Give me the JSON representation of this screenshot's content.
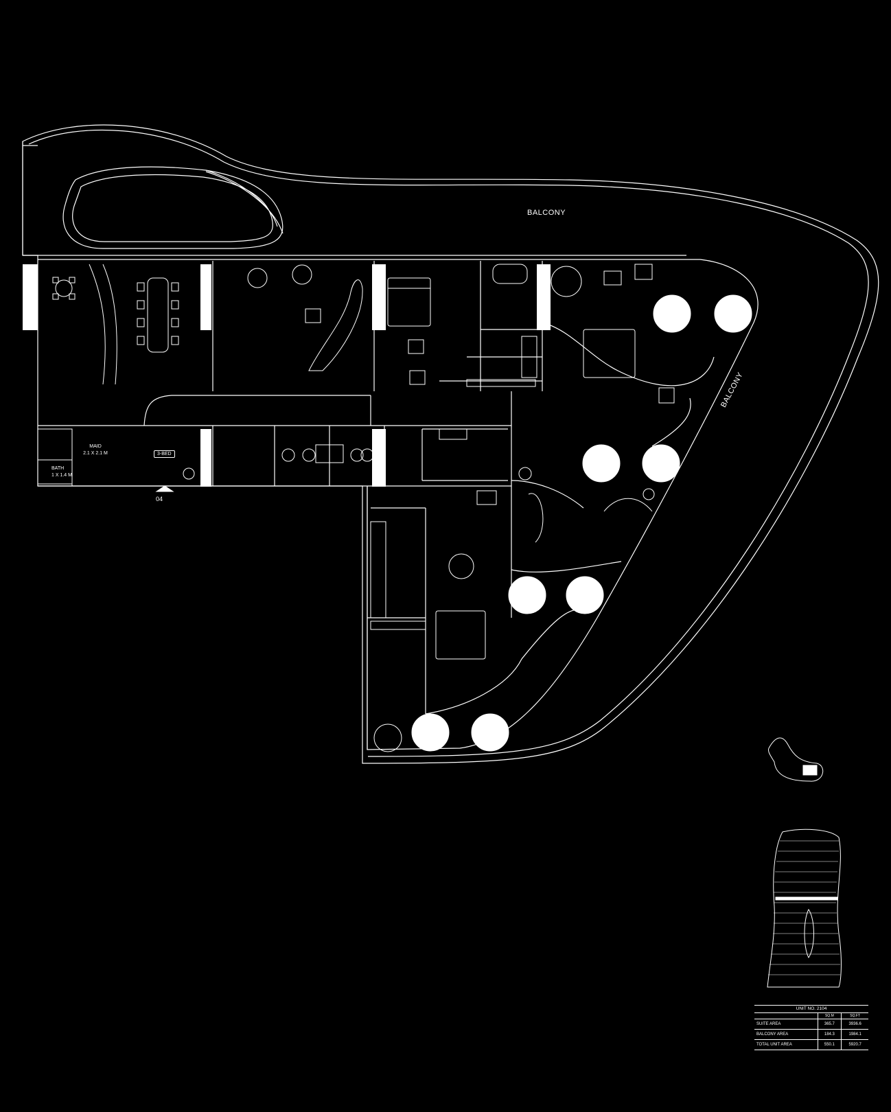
{
  "plan": {
    "balcony_top_label": "BALCONY",
    "balcony_side_label": "BALCONY",
    "maid_room": {
      "name": "MAID",
      "size": "2.1 X 2.1 M"
    },
    "bath_room": {
      "name": "BATH",
      "size": "1 X 1.4 M"
    },
    "unit_type_tag": "3-BED",
    "entry_number": "04"
  },
  "area_table": {
    "title": "UNIT NO. 2104",
    "columns": [
      "",
      "SQ.M",
      "SQ.FT"
    ],
    "rows": [
      {
        "label": "SUITE AREA",
        "sqm": "365.7",
        "sqft": "3936.6"
      },
      {
        "label": "BALCONY AREA",
        "sqm": "184.3",
        "sqft": "1984.1"
      },
      {
        "label": "TOTAL UNIT AREA",
        "sqm": "550.1",
        "sqft": "5920.7"
      }
    ]
  },
  "colors": {
    "background": "#000000",
    "line": "#ffffff"
  }
}
